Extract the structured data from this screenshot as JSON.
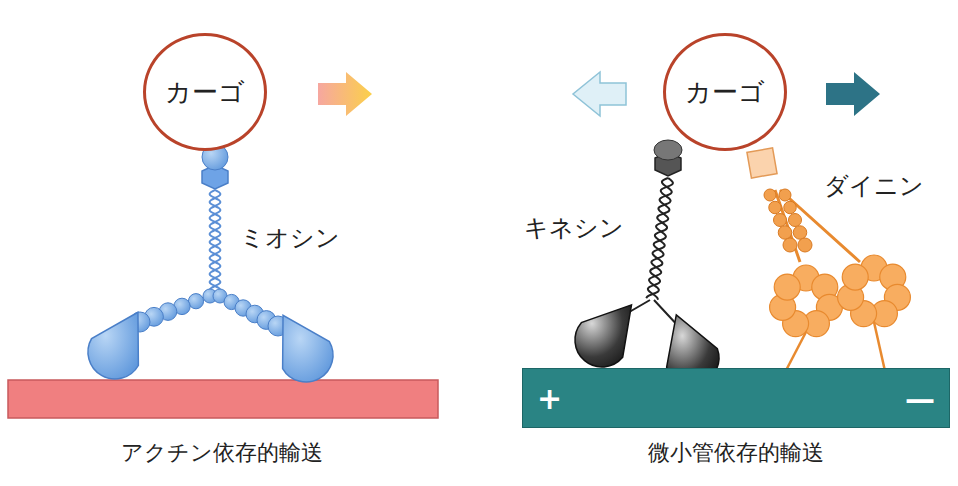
{
  "diagram": {
    "nodes": [
      {
        "text": [
          "カーゴ"
        ]
      },
      {
        "text": [
          "カーゴ"
        ]
      },
      {
        "text": [
          "+",
          "—"
        ]
      }
    ],
    "labels": [
      "ミオシン",
      "アクチン依存的輸送",
      "キネシン",
      "ダイニン",
      "微小管依存的輸送"
    ]
  }
}
